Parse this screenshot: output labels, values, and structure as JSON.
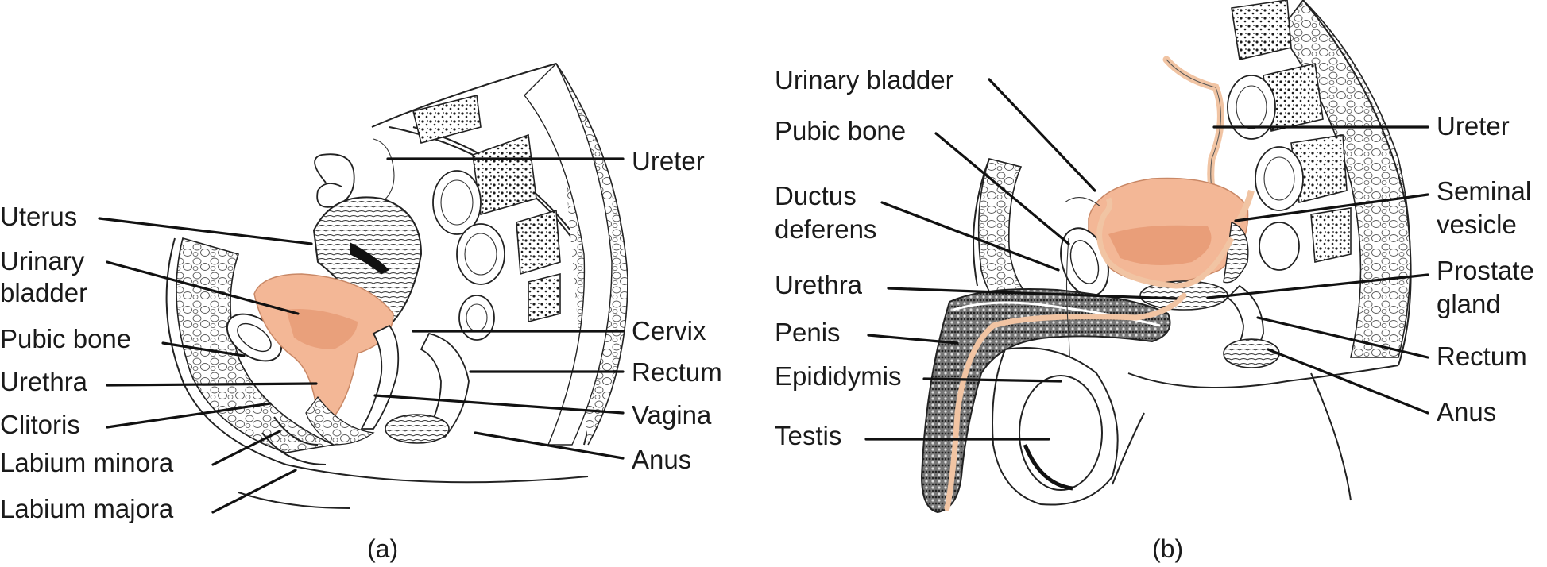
{
  "colors": {
    "organ_fill": "#f3b796",
    "organ_inner": "#e69a74",
    "duct_fill": "#f1c4a3",
    "tissue": "#ffffff",
    "outline": "#222222",
    "spine_dots": "#1a1a1a",
    "leader": "#111111"
  },
  "panel_a": {
    "caption": "(a)",
    "labels": {
      "ureter": "Ureter",
      "uterus": "Uterus",
      "urinary_bladder_1": "Urinary",
      "urinary_bladder_2": "bladder",
      "pubic_bone": "Pubic bone",
      "urethra": "Urethra",
      "clitoris": "Clitoris",
      "labium_minora": "Labium minora",
      "labium_majora": "Labium majora",
      "cervix": "Cervix",
      "rectum": "Rectum",
      "vagina": "Vagina",
      "anus": "Anus"
    }
  },
  "panel_b": {
    "caption": "(b)",
    "labels": {
      "urinary_bladder": "Urinary bladder",
      "pubic_bone": "Pubic bone",
      "ductus_deferens_1": "Ductus",
      "ductus_deferens_2": "deferens",
      "urethra": "Urethra",
      "penis": "Penis",
      "epididymis": "Epididymis",
      "testis": "Testis",
      "ureter": "Ureter",
      "seminal_vesicle_1": "Seminal",
      "seminal_vesicle_2": "vesicle",
      "prostate_gland_1": "Prostate",
      "prostate_gland_2": "gland",
      "rectum": "Rectum",
      "anus": "Anus"
    }
  }
}
